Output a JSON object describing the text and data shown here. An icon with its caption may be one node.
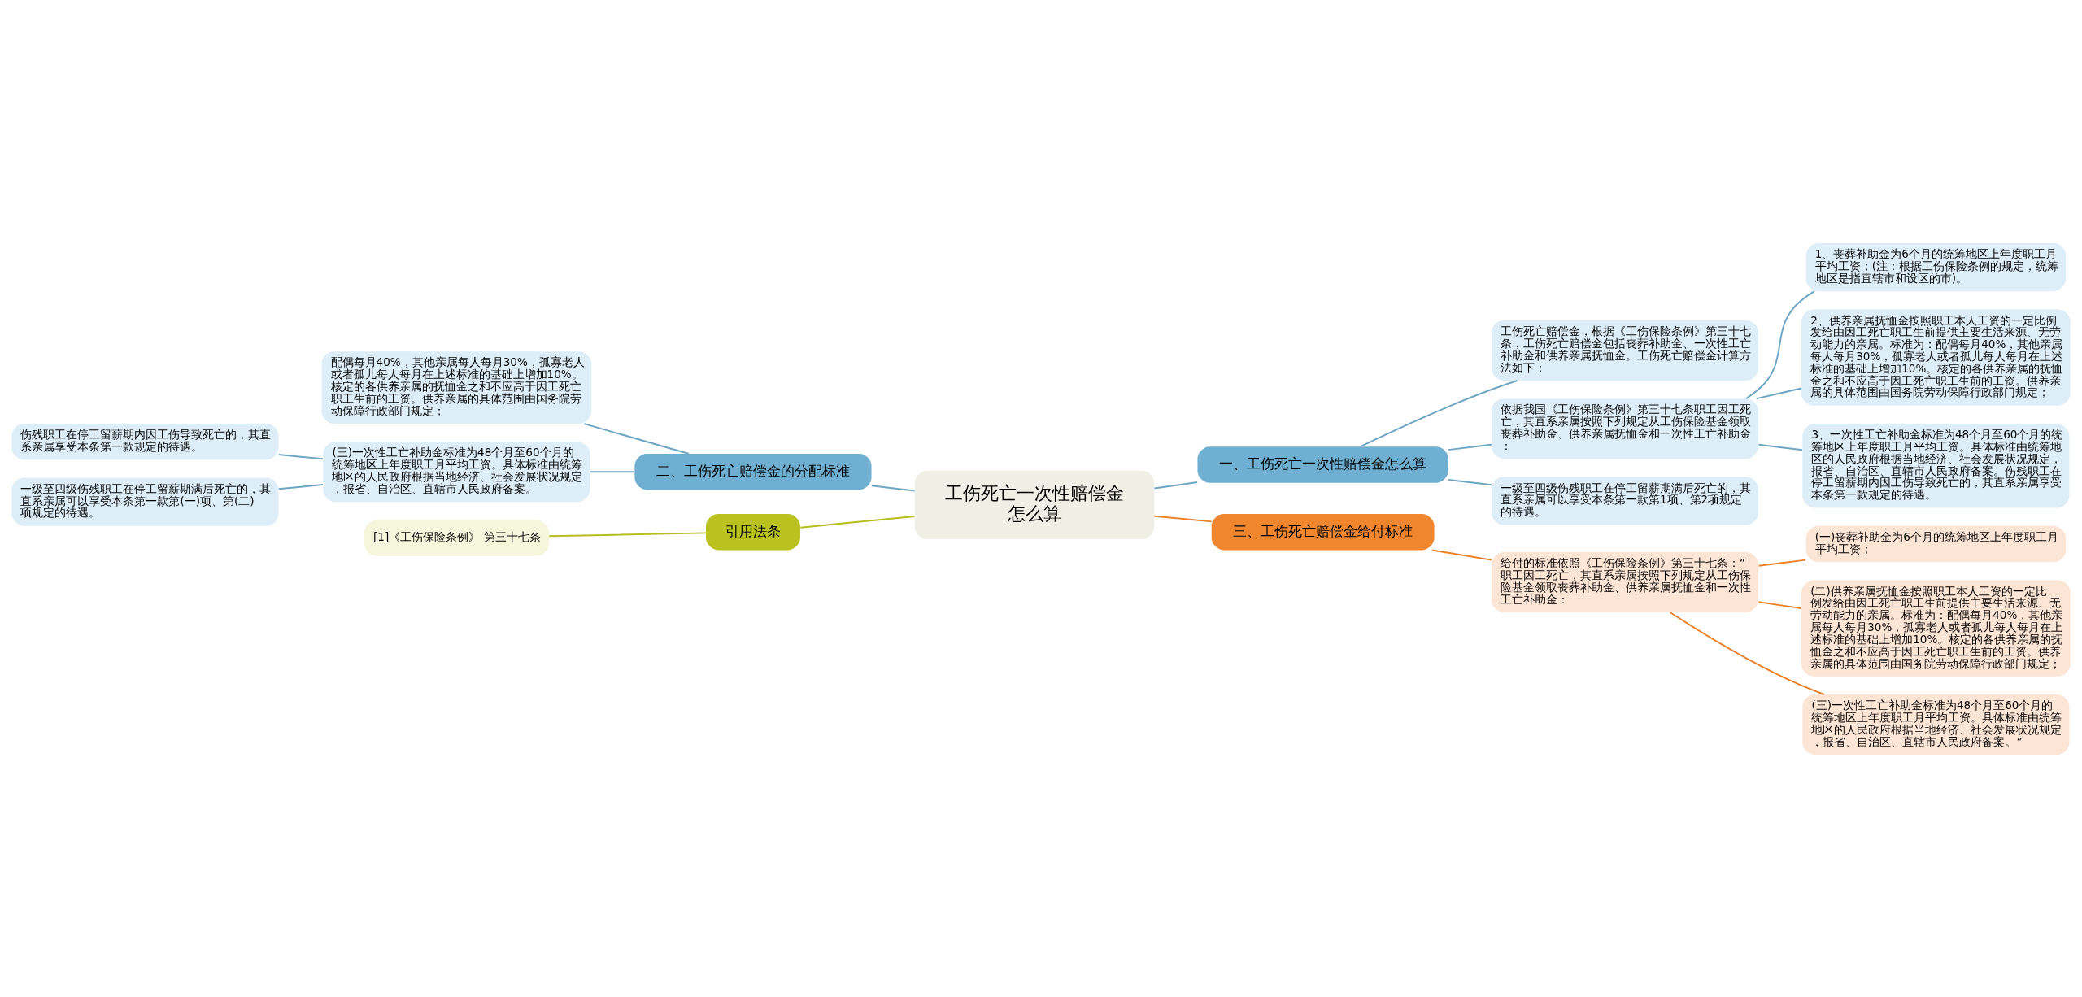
{
  "diagram": {
    "nodes": [
      {
        "text": [
          "工伤死亡一次性赔偿金怎么算"
        ]
      },
      {
        "text": [
          "一、工伤死亡一次性赔偿金怎么算"
        ]
      },
      {
        "text": [
          "工伤死亡赔偿金，根据《工伤保险条例》第三十七条，工伤死亡赔偿金包括丧葬补助金、一次性工亡补助金和供养亲属抚恤金。工伤死亡赔偿金计算方法如下："
        ]
      },
      {
        "text": [
          "依据我国《工伤保险条例》第三十七条职工因工死亡，其直系亲属按照下列规定从工伤保险基金领取丧葬补助金、供养亲属抚恤金和一次性工亡补助金："
        ]
      },
      {
        "text": [
          "1、丧葬补助金为6个月的统筹地区上年度职工月平均工资；(注：根据工伤保险条例的规定，统筹地区是指直辖市和设区的市)。"
        ]
      },
      {
        "text": [
          "2、供养亲属抚恤金按照职工本人工资的一定比例发给由因工死亡职工生前提供主要生活来源、无劳动能力的亲属。标准为：配偶每月40%，其他亲属每人每月30%，孤寡老人或者孤儿每人每月在上述标准的基础上增加10%。核定的各供养亲属的抚恤金之和不应高于因工死亡职工生前的工资。供养亲属的具体范围由国务院劳动保障行政部门规定；"
        ]
      },
      {
        "text": [
          "3、一次性工亡补助金标准为48个月至60个月的统筹地区上年度职工月平均工资。具体标准由统筹地区的人民政府根据当地经济、社会发展状况规定，报省、自治区、直辖市人民政府备案。伤残职工在停工留薪期内因工伤导致死亡的，其直系亲属享受本条第一款规定的待遇。"
        ]
      },
      {
        "text": [
          "一级至四级伤残职工在停工留薪期满后死亡的，其直系亲属可以享受本条第一款第1项、第2项规定的待遇。"
        ]
      },
      {
        "text": [
          "二、工伤死亡赔偿金的分配标准"
        ]
      },
      {
        "text": [
          "配偶每月40%，其他亲属每人每月30%，孤寡老人或者孤儿每人每月在上述标准的基础上增加10%。核定的各供养亲属的抚恤金之和不应高于因工死亡职工生前的工资。供养亲属的具体范围由国务院劳动保障行政部门规定；"
        ]
      },
      {
        "text": [
          "(三)一次性工亡补助金标准为48个月至60个月的统筹地区上年度职工月平均工资。具体标准由统筹地区的人民政府根据当地经济、社会发展状况规定，报省、自治区、直辖市人民政府备案。"
        ]
      },
      {
        "text": [
          "伤残职工在停工留薪期内因工伤导致死亡的，其直系亲属享受本条第一款规定的待遇。"
        ]
      },
      {
        "text": [
          "一级至四级伤残职工在停工留薪期满后死亡的，其直系亲属可以享受本条第一款第(一)项、第(二)项规定的待遇。"
        ]
      },
      {
        "text": [
          "引用法条"
        ]
      },
      {
        "text": [
          "[1]《工伤保险条例》 第三十七条"
        ]
      },
      {
        "text": [
          "三、工伤死亡赔偿金给付标准"
        ]
      },
      {
        "text": [
          "给付的标准依照《工伤保险条例》第三十七条：“职工因工死亡，其直系亲属按照下列规定从工伤保险基金领取丧葬补助金、供养亲属抚恤金和一次性工亡补助金："
        ]
      },
      {
        "text": [
          "(一)丧葬补助金为6个月的统筹地区上年度职工月平均工资；"
        ]
      },
      {
        "text": [
          "(二)供养亲属抚恤金按照职工本人工资的一定比例发给由因工死亡职工生前提供主要生活来源、无劳动能力的亲属。标准为：配偶每月40%，其他亲属每人每月30%，孤寡老人或者孤儿每人每月在上述标准的基础上增加10%。核定的各供养亲属的抚恤金之和不应高于因工死亡职工生前的工资。供养亲属的具体范围由国务院劳动保障行政部门规定；"
        ]
      },
      {
        "text": [
          "(三)一次性工亡补助金标准为48个月至60个月的统筹地区上年度职工月平均工资。具体标准由统筹地区的人民政府根据当地经济、社会发展状况规定，报省、自治区、直辖市人民政府备案。”"
        ]
      }
    ],
    "edges": [
      {
        "from": 0,
        "to": 1,
        "arrow": "none"
      },
      {
        "from": 1,
        "to": 2,
        "arrow": "none"
      },
      {
        "from": 1,
        "to": 3,
        "arrow": "none"
      },
      {
        "from": 1,
        "to": 7,
        "arrow": "none"
      },
      {
        "from": 3,
        "to": 4,
        "arrow": "none"
      },
      {
        "from": 3,
        "to": 5,
        "arrow": "none"
      },
      {
        "from": 3,
        "to": 6,
        "arrow": "none"
      },
      {
        "from": 0,
        "to": 8,
        "arrow": "none"
      },
      {
        "from": 8,
        "to": 9,
        "arrow": "none"
      },
      {
        "from": 8,
        "to": 10,
        "arrow": "none"
      },
      {
        "from": 10,
        "to": 11,
        "arrow": "none"
      },
      {
        "from": 10,
        "to": 12,
        "arrow": "none"
      },
      {
        "from": 0,
        "to": 13,
        "arrow": "none",
        "color": "#b5be1e"
      },
      {
        "from": 13,
        "to": 14,
        "arrow": "none",
        "color": "#b5be1e"
      },
      {
        "from": 0,
        "to": 15,
        "arrow": "none",
        "color": "#e9822a"
      },
      {
        "from": 15,
        "to": 16,
        "arrow": "none",
        "color": "#e9822a"
      },
      {
        "from": 16,
        "to": 17,
        "arrow": "none",
        "color": "#e9822a"
      },
      {
        "from": 16,
        "to": 18,
        "arrow": "none",
        "color": "#e9822a"
      },
      {
        "from": 16,
        "to": 19,
        "arrow": "none",
        "color": "#e9822a"
      }
    ]
  }
}
